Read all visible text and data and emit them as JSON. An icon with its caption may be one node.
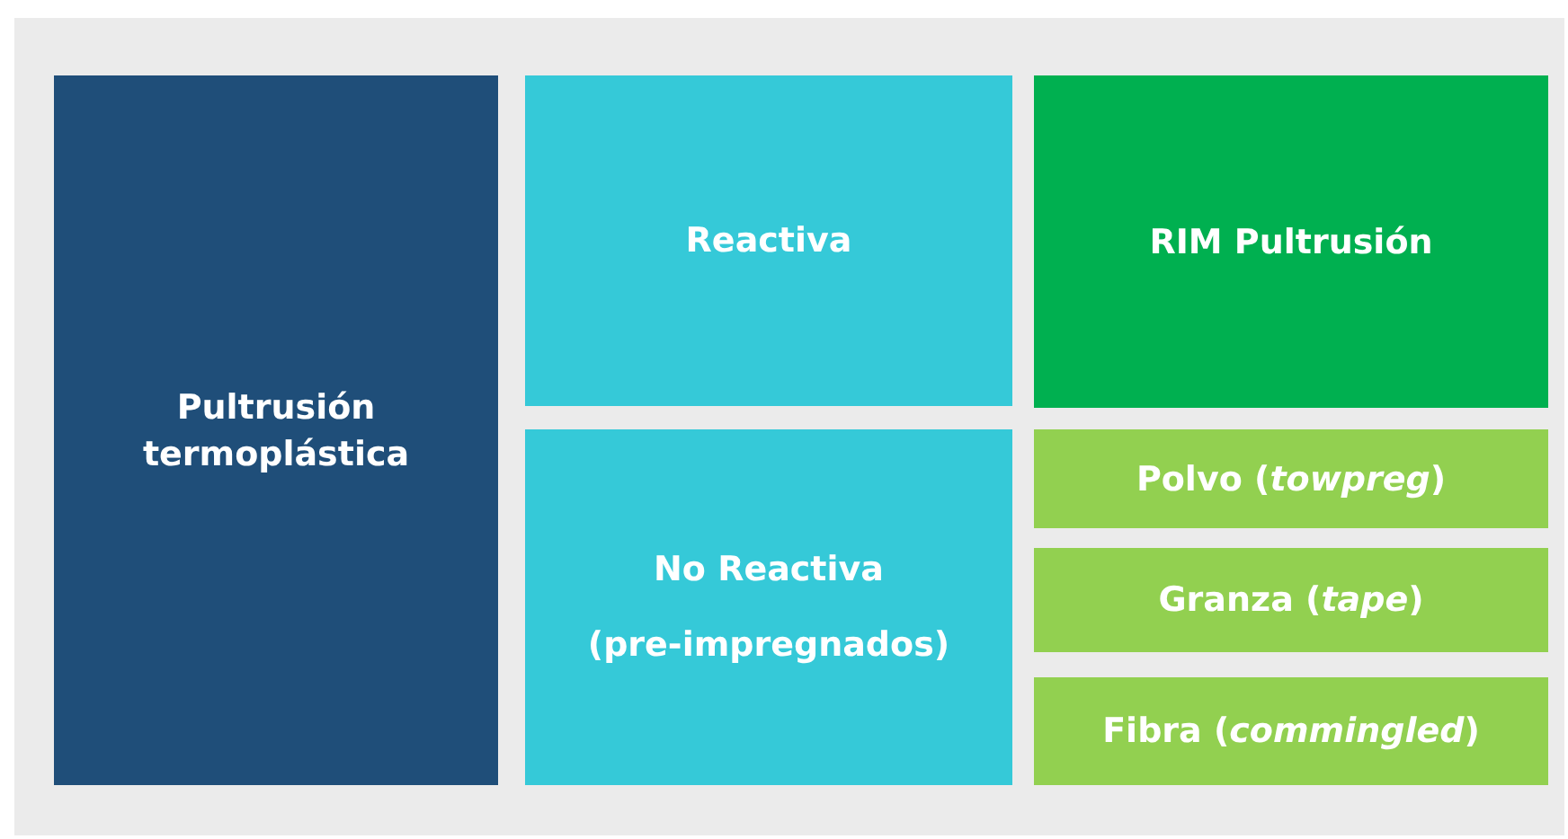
{
  "diagram": {
    "nodes": [
      {
        "text": [
          "Pultrusión termoplástica"
        ]
      },
      {
        "text": [
          "Reactiva"
        ]
      },
      {
        "text": [
          "RIM Pultrusión"
        ]
      },
      {
        "text": [
          "No Reactiva",
          "(pre-impregnados)"
        ]
      },
      {
        "text": [
          "Polvo (*towpreg*)"
        ]
      },
      {
        "text": [
          "Granza (*tape*)"
        ]
      },
      {
        "text": [
          "Fibra (*commingled*)"
        ]
      }
    ]
  }
}
